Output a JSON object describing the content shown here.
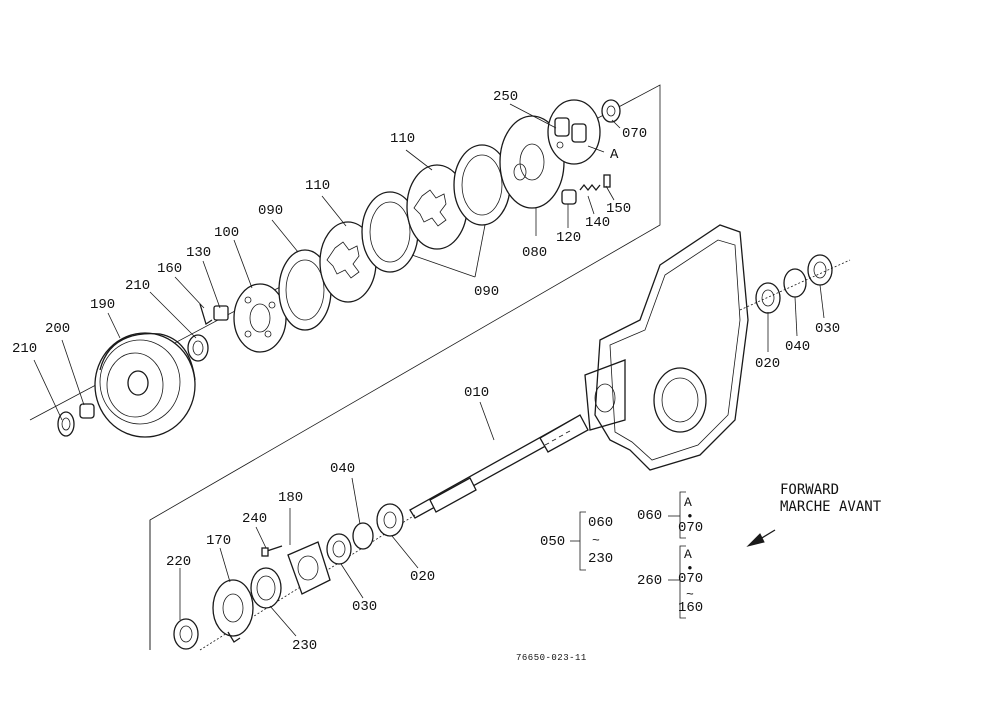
{
  "labels": {
    "p210a": "210",
    "p200": "200",
    "p190": "190",
    "p210b": "210",
    "p160": "160",
    "p130": "130",
    "p100": "100",
    "p090a": "090",
    "p110a": "110",
    "p110b": "110",
    "p090b": "090",
    "p250": "250",
    "p070a": "070",
    "pA1": "A",
    "p080": "080",
    "p120": "120",
    "p140": "140",
    "p150": "150",
    "p010": "010",
    "p020a": "020",
    "p040a": "040",
    "p030a": "030",
    "p040b": "040",
    "p030b": "030",
    "p020b": "020",
    "p180": "180",
    "p240": "240",
    "p170": "170",
    "p220": "220",
    "p230": "230"
  },
  "kit_groups": {
    "g050": {
      "id": "050",
      "items": [
        "060",
        "230"
      ]
    },
    "g060": {
      "id": "060",
      "items": [
        "A",
        "070"
      ]
    },
    "g260": {
      "id": "260",
      "items": [
        "A",
        "070",
        "160"
      ]
    }
  },
  "direction": {
    "line1": "FORWARD",
    "line2": "MARCHE AVANT"
  },
  "drawing_number": "76650-023-11"
}
